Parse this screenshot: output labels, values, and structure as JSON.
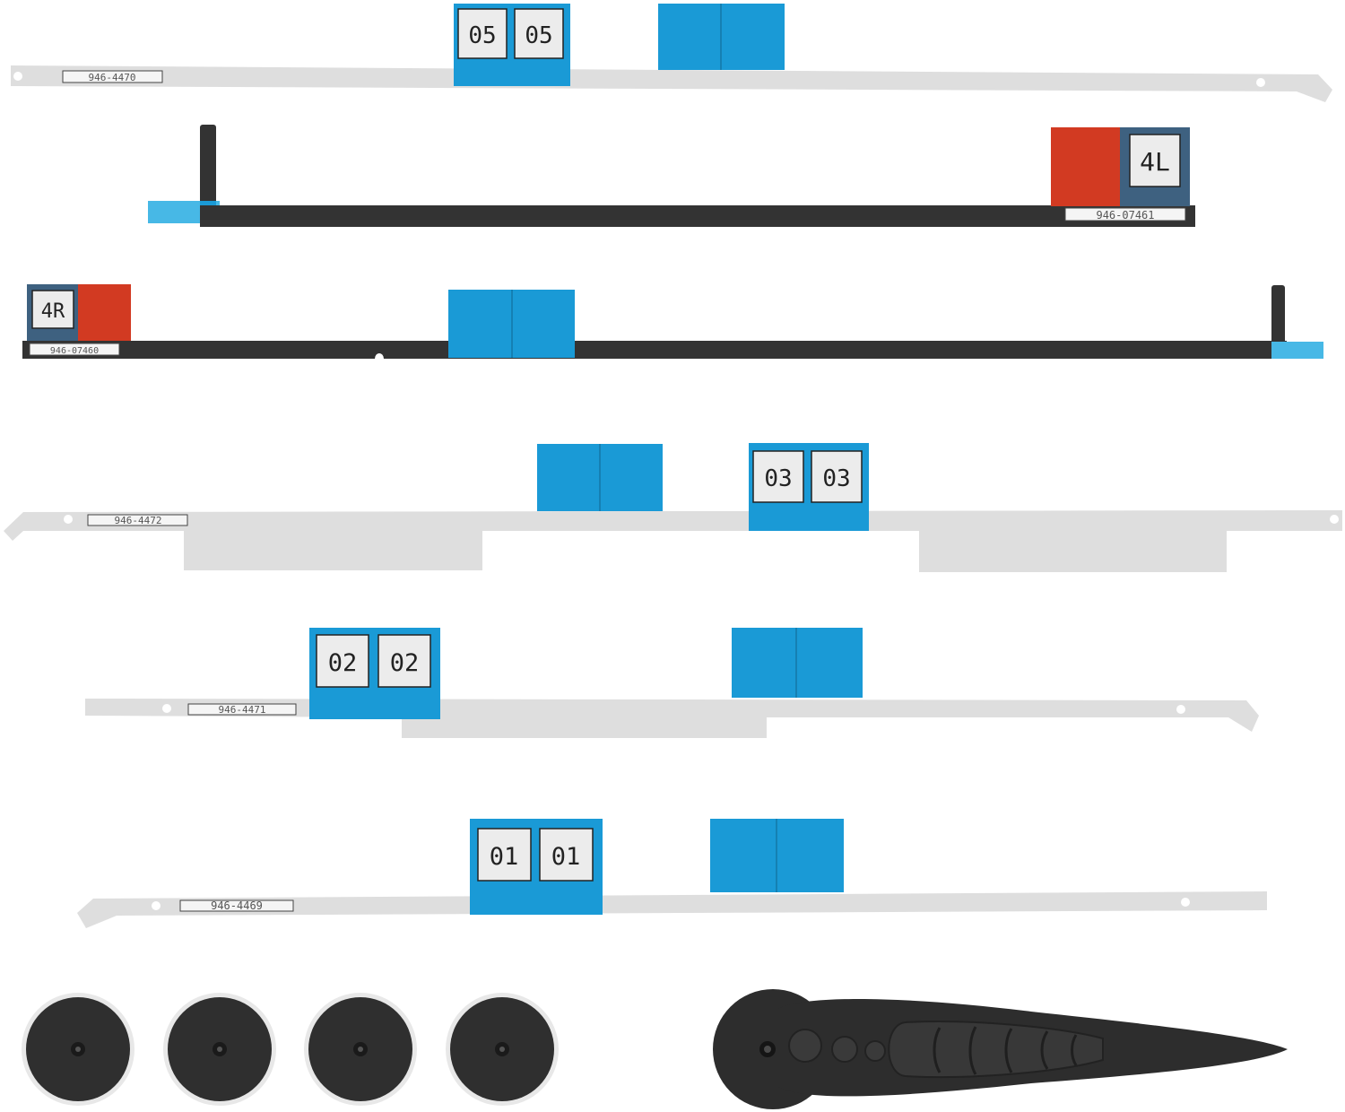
{
  "colors": {
    "clear_strip": "#dedede",
    "black_strip": "#333333",
    "blue_tab": "#1a9ad6",
    "red_tab": "#d23a22",
    "slate_tab": "#3e6180",
    "tool_black": "#2d2d2d"
  },
  "strips": {
    "s05": {
      "part": "946-4470",
      "tab_a": "05",
      "tab_b": "05"
    },
    "s4l": {
      "part": "946-07461",
      "tab": "4L"
    },
    "s4r": {
      "part": "946-07460",
      "tab": "4R"
    },
    "s03": {
      "part": "946-4472",
      "tab_a": "03",
      "tab_b": "03"
    },
    "s02": {
      "part": "946-4471",
      "tab_a": "02",
      "tab_b": "02"
    },
    "s01": {
      "part": "946-4469",
      "tab_a": "01",
      "tab_b": "01"
    }
  },
  "accessories": {
    "suction_cup_count": 4,
    "tool": "opening-tool-icon",
    "suction_cup_icon": "suction-cup-icon"
  }
}
